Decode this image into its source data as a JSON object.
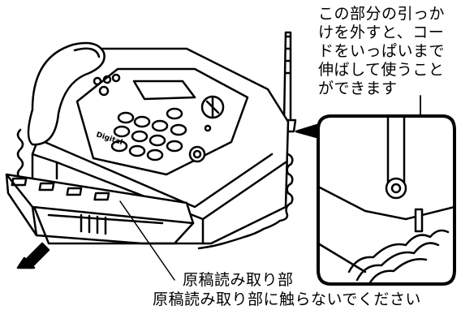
{
  "callout": {
    "lines": [
      "この部分の引っか",
      "けを外すと、コー",
      "ドをいっぱいまで",
      "伸ばして使うこと",
      "ができます"
    ]
  },
  "labels": {
    "reader": "原稿読み取り部",
    "warning": "原稿読み取り部に触らないでください"
  },
  "device": {
    "brand": "Digital"
  }
}
